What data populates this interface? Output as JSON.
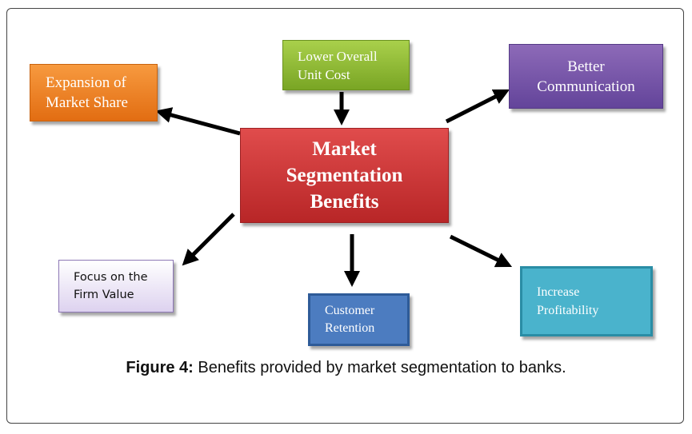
{
  "diagram": {
    "center": "Market\nSegmentation\nBenefits",
    "benefits": {
      "expansion": "Expansion of\nMarket Share",
      "lower_cost": "Lower Overall\nUnit Cost",
      "communication": "Better\nCommunication",
      "focus": "Focus on the\nFirm Value",
      "retention": "Customer\nRetention",
      "profitability": "Increase\nProfitability"
    }
  },
  "caption": {
    "label": "Figure 4:",
    "text": " Benefits provided by market segmentation to banks."
  }
}
